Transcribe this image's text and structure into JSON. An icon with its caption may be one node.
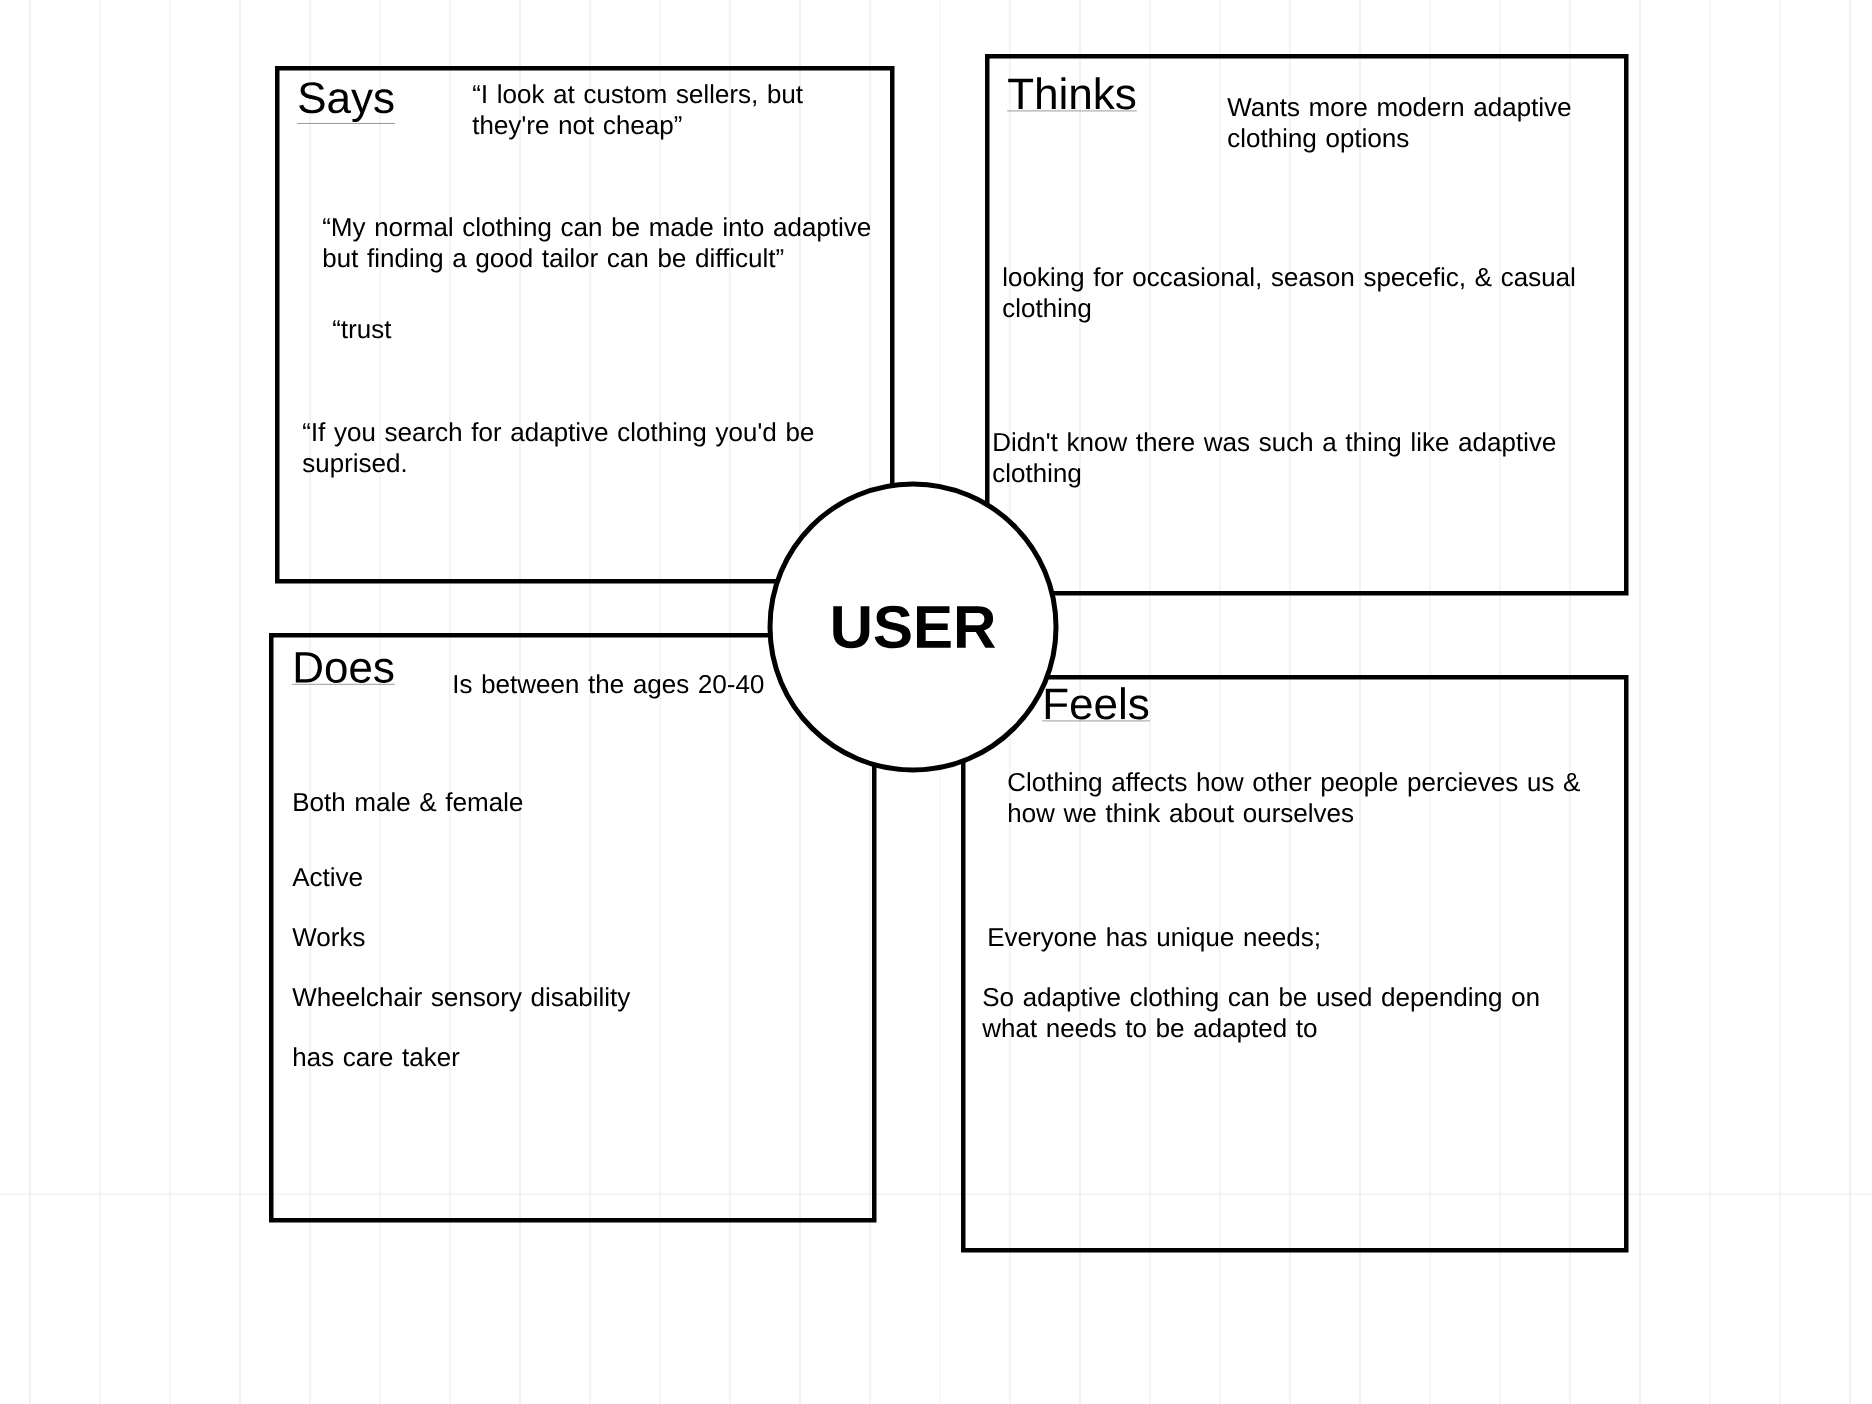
{
  "diagram": {
    "nodes": [
      {
        "text": [
          "Says",
          "“I look at custom sellers, but they're not cheap”",
          "“My normal clothing can be made into adaptive but finding a good tailor can be difficult”",
          "“trust",
          "“If you search for adaptive clothing you'd be suprised."
        ]
      },
      {
        "text": [
          "Thinks",
          "Wants more modern adaptive clothing options",
          "looking for occasional, season specefic, & casual clothing",
          "Didn't know there was such a thing like adaptive clothing"
        ]
      },
      {
        "text": [
          "Does",
          "Is between the ages 20-40",
          "Both male & female",
          "Active",
          "Works",
          "Wheelchair sensory disability",
          "has care taker"
        ]
      },
      {
        "text": [
          "Feels",
          "Clothing affects how other people percieves us & how we think about ourselves",
          "Everyone has unique needs;",
          "So adaptive clothing can be used depending on what needs to be adapted to"
        ]
      },
      {
        "text": [
          "USER"
        ]
      }
    ]
  }
}
